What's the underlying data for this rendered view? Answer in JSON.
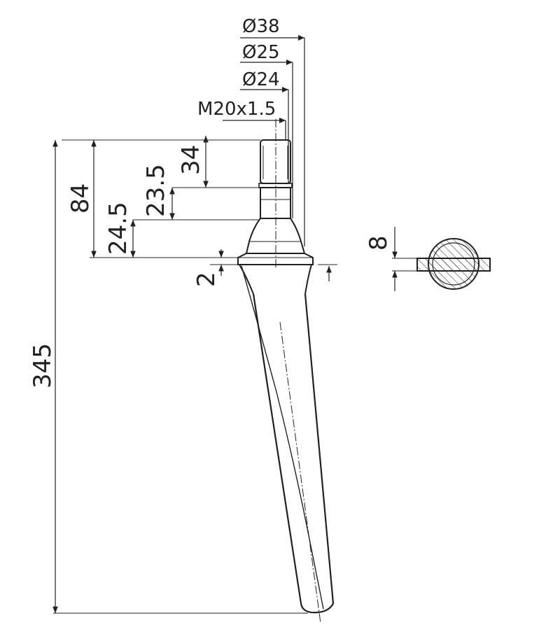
{
  "diagram": {
    "callouts": {
      "diam_38": "Ø38",
      "diam_25": "Ø25",
      "diam_24": "Ø24",
      "thread": "M20x1.5"
    },
    "dimensions": {
      "total_length": "345",
      "length_84": "84",
      "thread_length": "34",
      "length_23_5": "23.5",
      "length_24_5": "24.5",
      "collar_2": "2",
      "section_thickness": "8"
    },
    "colors": {
      "line": "#231f20",
      "hatch": "#231f20",
      "background": "#ffffff"
    }
  }
}
